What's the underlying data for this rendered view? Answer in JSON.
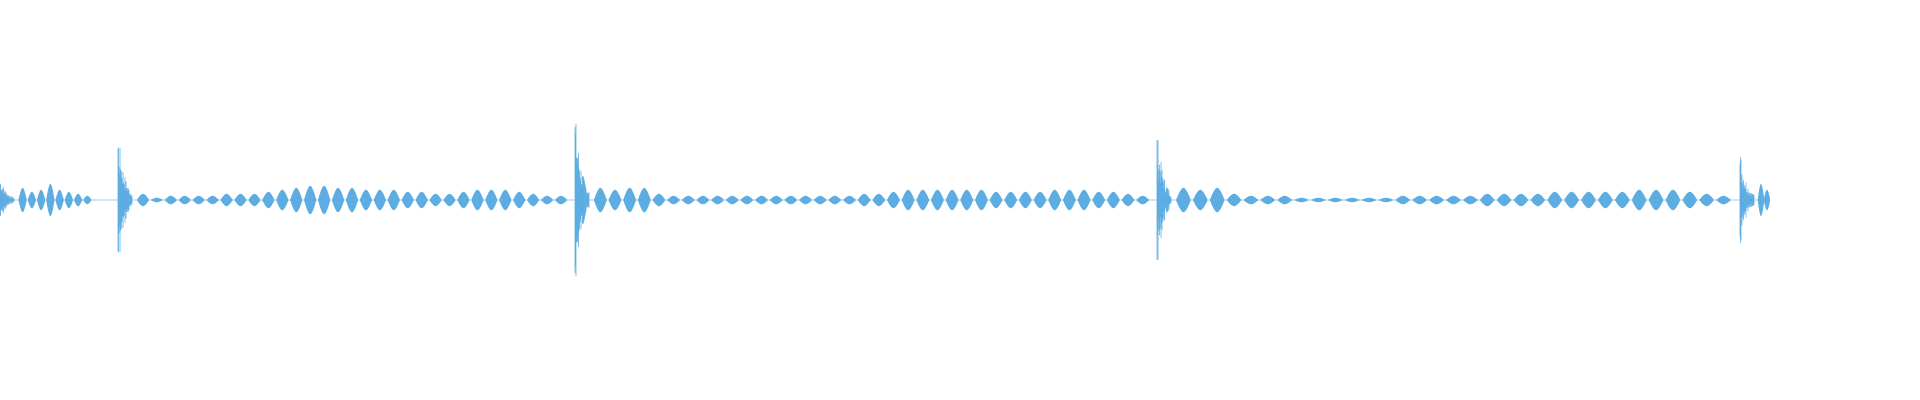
{
  "waveform": {
    "color": "#5DADE2",
    "background": "#FFFFFF",
    "segments": [
      {
        "onset_amplitude": 0.12,
        "bead_amplitudes": [
          0.06,
          0.04,
          0.05,
          0.08,
          0.05,
          0.04,
          0.03,
          0.02
        ]
      },
      {
        "onset_amplitude": 0.36,
        "bead_amplitudes": [
          0.03,
          0.01,
          0.02,
          0.02,
          0.02,
          0.02,
          0.03,
          0.03,
          0.03,
          0.04,
          0.05,
          0.06,
          0.07,
          0.07,
          0.06,
          0.06,
          0.05,
          0.05,
          0.05,
          0.04,
          0.04,
          0.03,
          0.03,
          0.04,
          0.05,
          0.05,
          0.05,
          0.04,
          0.03,
          0.02,
          0.02
        ]
      },
      {
        "onset_amplitude": 0.46,
        "bead_amplitudes": [
          0.06,
          0.05,
          0.06,
          0.06,
          0.03,
          0.02,
          0.02,
          0.02,
          0.02,
          0.02,
          0.02,
          0.02,
          0.02,
          0.02,
          0.02,
          0.02,
          0.02,
          0.02,
          0.03,
          0.03,
          0.04,
          0.05,
          0.05,
          0.05,
          0.05,
          0.05,
          0.05,
          0.04,
          0.04,
          0.04,
          0.04,
          0.05,
          0.05,
          0.05,
          0.04,
          0.04,
          0.03,
          0.02
        ]
      },
      {
        "onset_amplitude": 0.36,
        "bead_amplitudes": [
          0.06,
          0.05,
          0.06,
          0.03,
          0.02,
          0.02,
          0.02,
          0.01,
          0.01,
          0.01,
          0.01,
          0.01,
          0.01,
          0.02,
          0.02,
          0.02,
          0.02,
          0.02,
          0.03,
          0.03,
          0.03,
          0.03,
          0.04,
          0.04,
          0.04,
          0.04,
          0.04,
          0.05,
          0.05,
          0.05,
          0.04,
          0.03,
          0.02
        ]
      },
      {
        "onset_amplitude": 0.26,
        "bead_amplitudes": [
          0.08,
          0.05
        ]
      }
    ]
  }
}
